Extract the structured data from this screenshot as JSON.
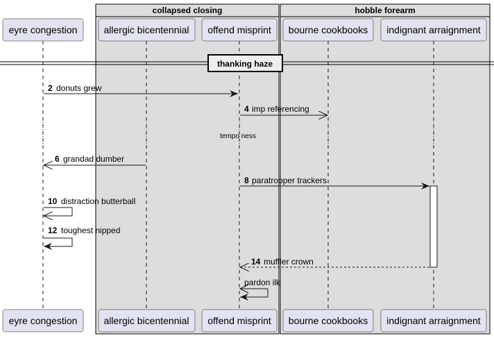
{
  "colors": {
    "background": "#ffffff",
    "group_fill": "#dddddd",
    "group_border": "#000000",
    "participant_fill": "#e2e2f0",
    "participant_border": "#181818",
    "lifeline": "#181818",
    "arrow": "#181818",
    "divider_fill": "#eeeeee"
  },
  "groups": [
    {
      "title": "collapsed closing"
    },
    {
      "title": "hobble forearm"
    }
  ],
  "participants": [
    {
      "id": "eyre",
      "label": "eyre congestion"
    },
    {
      "id": "allergic",
      "label": "allergic bicentennial"
    },
    {
      "id": "offend",
      "label": "offend misprint"
    },
    {
      "id": "bourne",
      "label": "bourne cookbooks"
    },
    {
      "id": "indignant",
      "label": "indignant arraignment"
    }
  ],
  "divider": {
    "label": "thanking haze"
  },
  "delay": {
    "label": "tempo ness"
  },
  "messages": [
    {
      "number": "2",
      "label": "donuts grew",
      "from": "eyre",
      "to": "offend",
      "style": "solid-filled"
    },
    {
      "number": "4",
      "label": "imp referencing",
      "from": "offend",
      "to": "bourne",
      "style": "solid-open"
    },
    {
      "number": "6",
      "label": "grandad dumber",
      "from": "allergic",
      "to": "eyre",
      "style": "solid-open"
    },
    {
      "number": "8",
      "label": "paratrooper trackers",
      "from": "offend",
      "to": "indignant",
      "style": "solid-filled"
    },
    {
      "number": "10",
      "label": "distraction butterball",
      "from": "eyre",
      "to": "eyre",
      "style": "self-open"
    },
    {
      "number": "12",
      "label": "toughest nipped",
      "from": "eyre",
      "to": "eyre",
      "style": "self-filled"
    },
    {
      "number": "14",
      "label": "muffler crown",
      "from": "indignant",
      "to": "offend",
      "style": "dashed-open"
    },
    {
      "number": "",
      "label": "pardon ilk",
      "from": "offend",
      "to": "offend",
      "style": "self-double"
    }
  ]
}
